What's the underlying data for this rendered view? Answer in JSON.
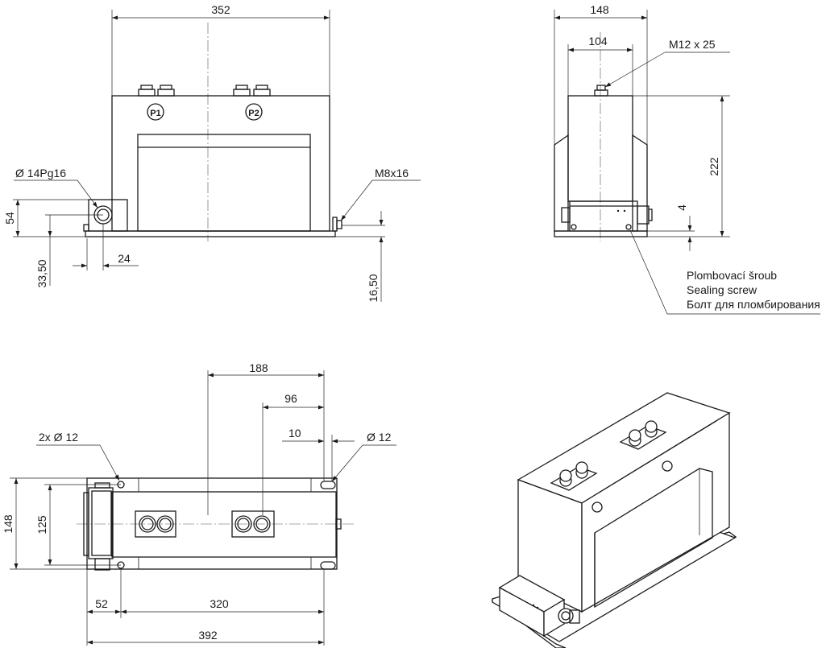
{
  "dimensions": {
    "front_width": "352",
    "gland": "Ø  14Pg16",
    "front_m8": "M8x16",
    "front_54": "54",
    "front_3350": "33,50",
    "front_24": "24",
    "front_1650": "16,50",
    "side_148": "148",
    "side_104": "104",
    "side_m12": "M12 x 25",
    "side_222": "222",
    "side_4": "4",
    "top_188": "188",
    "top_96": "96",
    "top_10": "10",
    "top_d12_right": "Ø 12",
    "top_d12_left": "2x   Ø 12",
    "top_148": "148",
    "top_125": "125",
    "top_52": "52",
    "top_320": "320",
    "top_392": "392"
  },
  "terminals": {
    "p1": "P1",
    "p2": "P2"
  },
  "sealing_screw": {
    "cz": "Plombovací šroub",
    "en": "Sealing screw",
    "ru": "Болт для пломбирования"
  }
}
